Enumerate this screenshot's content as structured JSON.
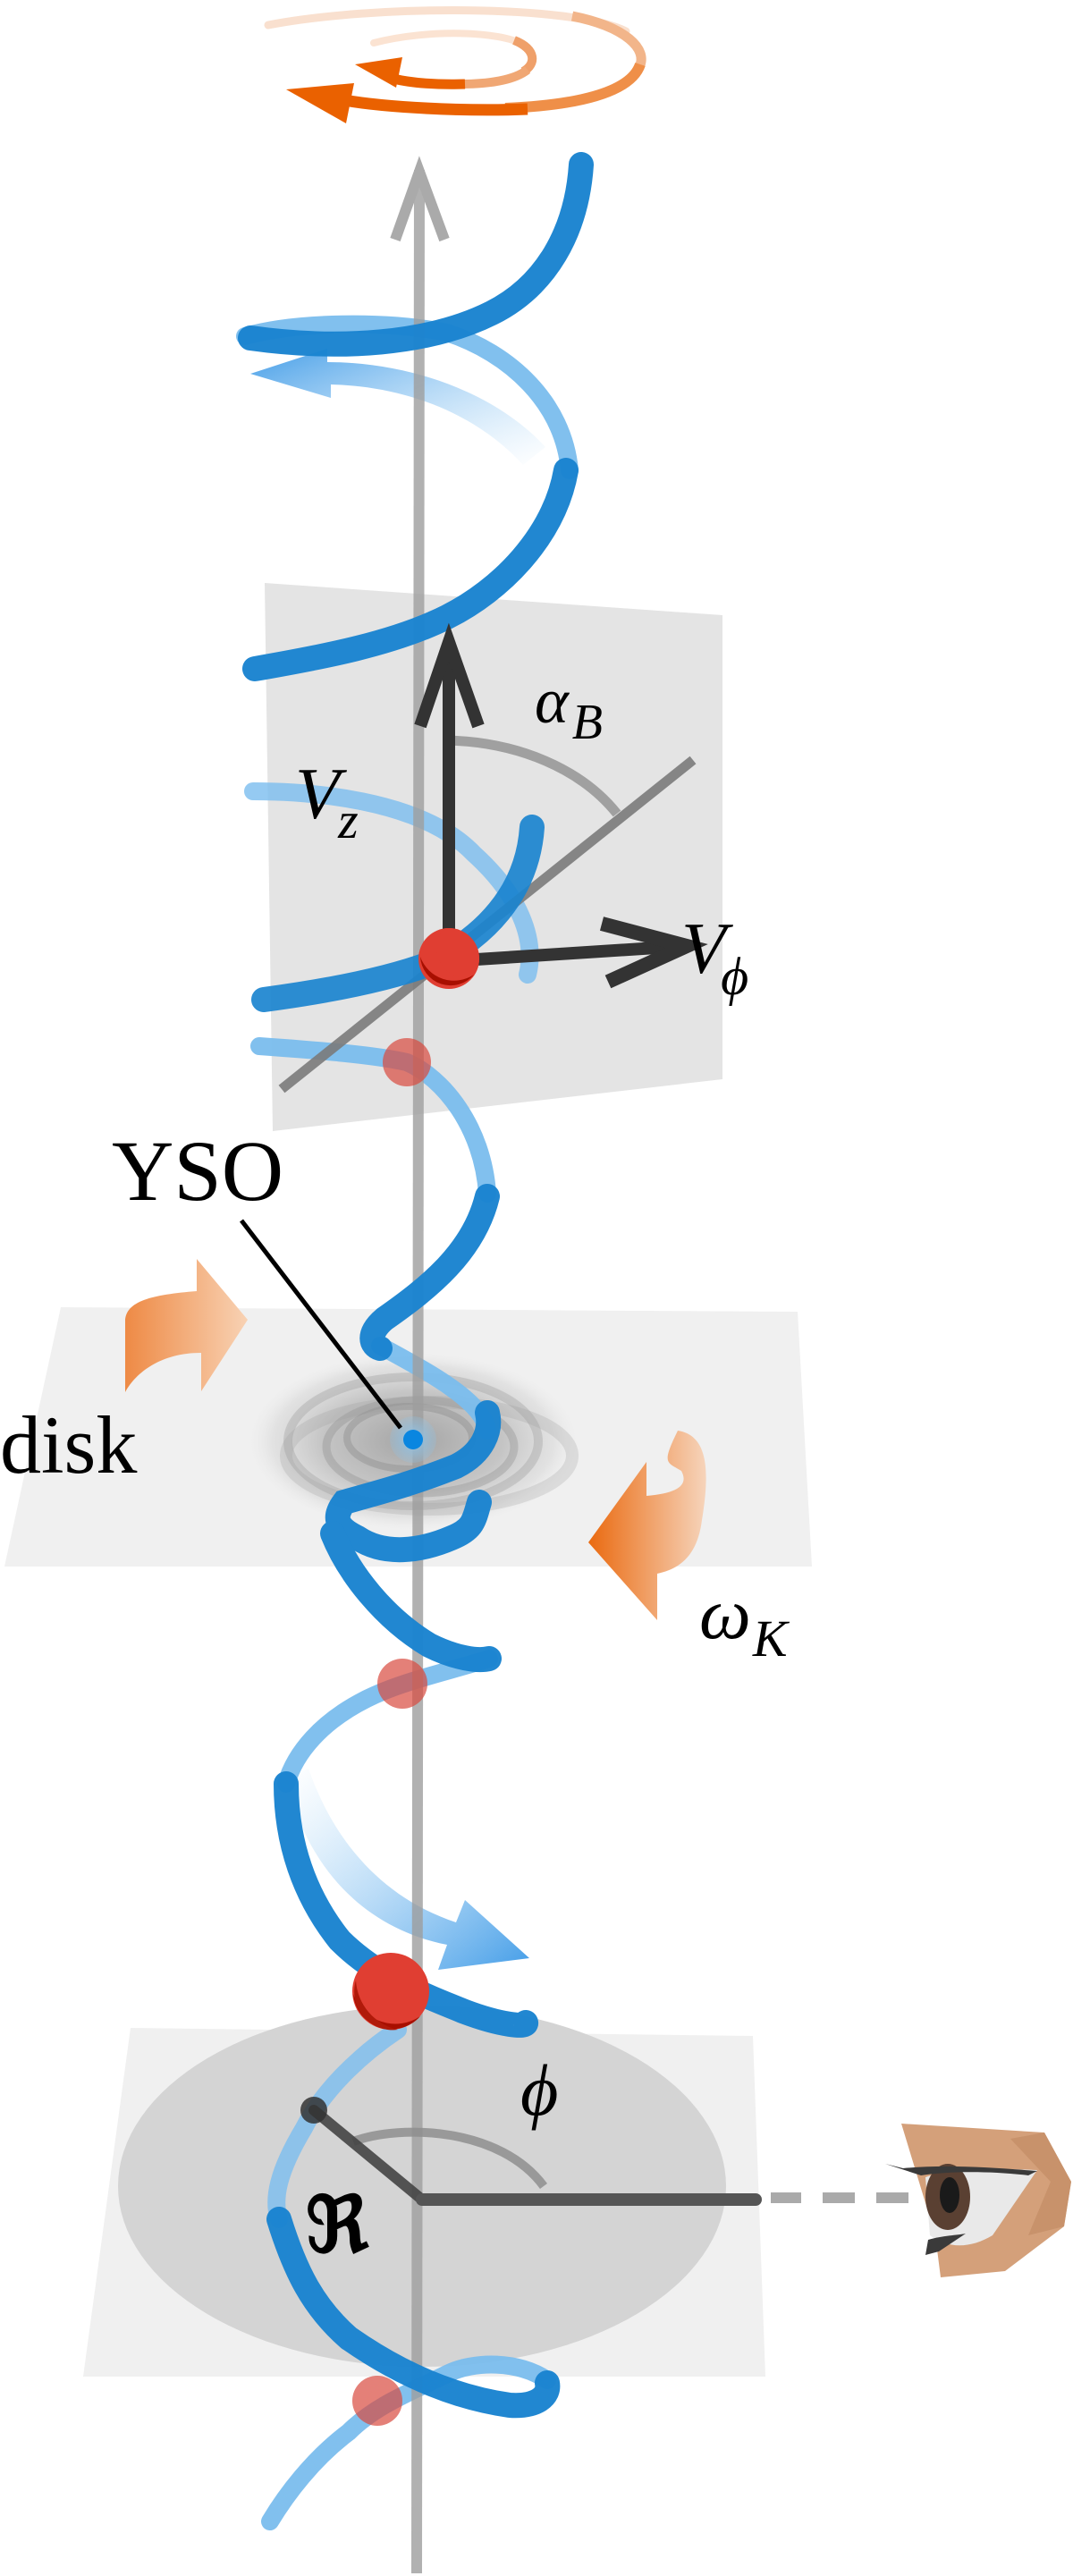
{
  "labels": {
    "alpha_b": {
      "main": "α",
      "sub": "B"
    },
    "v_z": {
      "main": "V",
      "sub": "z"
    },
    "v_phi": {
      "main": "V",
      "sub": "ϕ"
    },
    "yso": "YSO",
    "disk": "disk",
    "omega_k": {
      "main": "ω",
      "sub": "K"
    },
    "phi": "ϕ",
    "radius": "ℜ"
  },
  "colors": {
    "helix_front": "#1a84d0",
    "helix_back": "#7bbdee",
    "rotation_arrow": "#ea6100",
    "disk_arrow": "#ee8a45",
    "particle": "#e03e32",
    "particle_shade": "#a80f00",
    "plane": "#e4e4e4",
    "disk_plane": "#f0f0f0",
    "axis": "#9e9e9e",
    "vector": "#333333",
    "skin": "#d4a07a",
    "iris": "#5a4032"
  },
  "icons": {
    "observer": "eye-icon",
    "jet_rotation": "spiral-arrow-icon",
    "disk_rotation": "curved-arrow-icon"
  }
}
